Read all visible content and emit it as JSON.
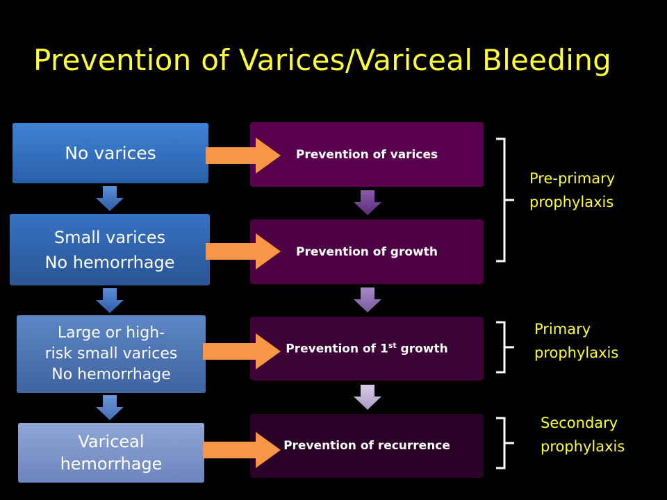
{
  "title": "Prevention of Varices/Variceal Bleeding",
  "stages": [
    {
      "lines": [
        "No varices"
      ]
    },
    {
      "lines": [
        "Small varices",
        "No hemorrhage"
      ]
    },
    {
      "lines": [
        "Large or high-",
        "risk small varices",
        "No hemorrhage"
      ]
    },
    {
      "lines": [
        "Variceal",
        "hemorrhage"
      ]
    }
  ],
  "goals": [
    {
      "text": "Prevention of varices",
      "sup": "",
      "suffix": ""
    },
    {
      "text": "Prevention of growth",
      "sup": "",
      "suffix": ""
    },
    {
      "text": "Prevention of 1",
      "sup": "st",
      "suffix": " growth"
    },
    {
      "text": "Prevention of recurrence",
      "sup": "",
      "suffix": ""
    }
  ],
  "phases": [
    {
      "lines": [
        "Pre-primary",
        "prophylaxis"
      ]
    },
    {
      "lines": [
        "Primary",
        "prophylaxis"
      ]
    },
    {
      "lines": [
        "Secondary",
        "prophylaxis"
      ]
    }
  ],
  "colors": {
    "title": "#ffff33",
    "connector_arrow": "#f79646",
    "stage_down_arrow": "#3a6fc0",
    "bracket": "#ffffff"
  }
}
